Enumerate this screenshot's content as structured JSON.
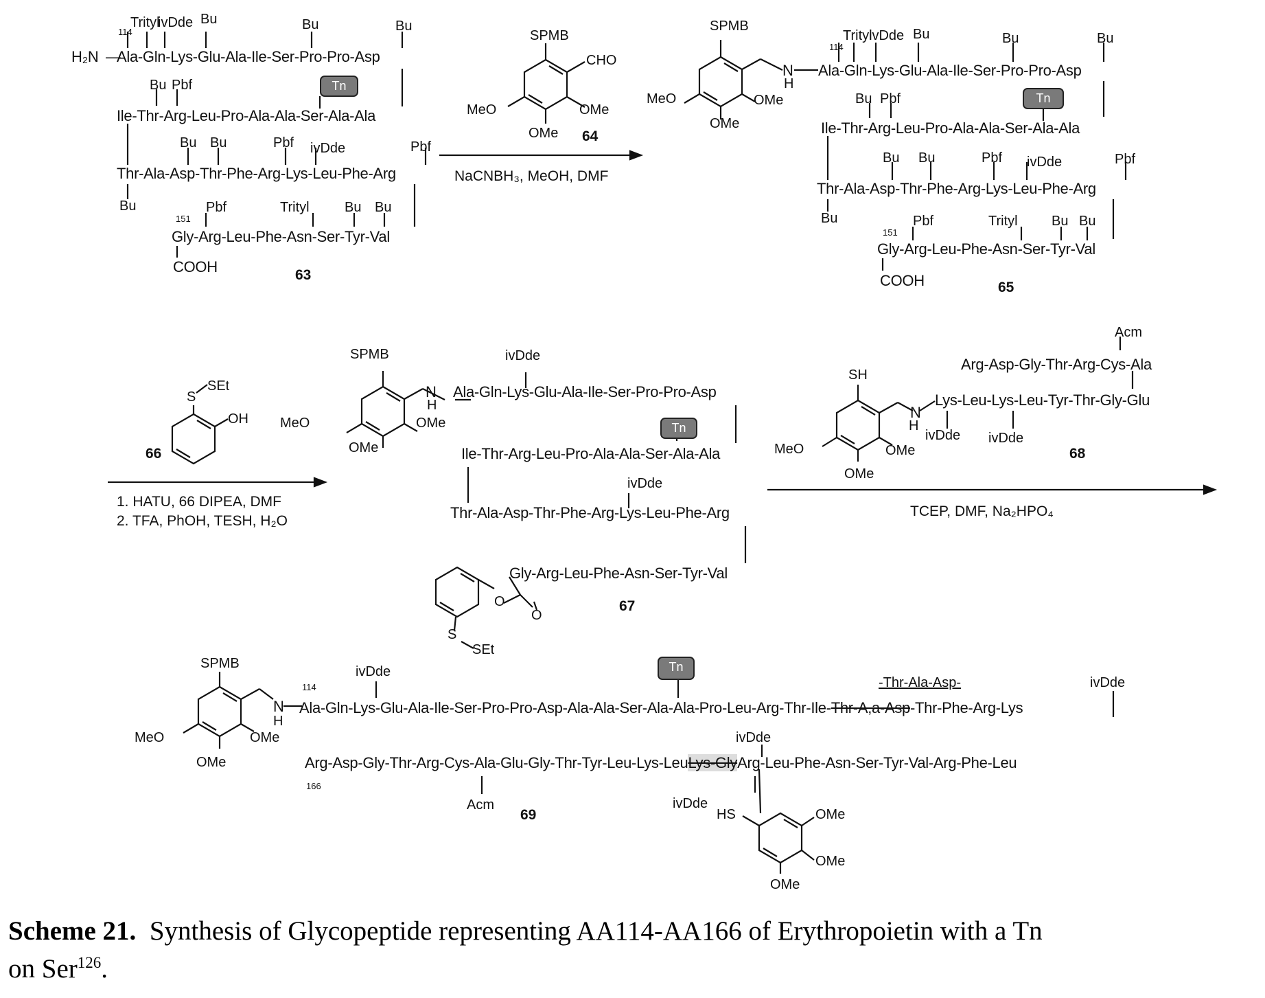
{
  "compounds": {
    "c63": {
      "number": "63",
      "amine": "H₂N",
      "start_index": "114",
      "end_index": "151",
      "row1": "Ala-Gln-Lys-Glu-Ala-Ile-Ser-Pro-Pro-Asp",
      "row2": "Ile-Thr-Arg-Leu-Pro-Ala-Ala-Ser-Ala-Ala",
      "row3": "Thr-Ala-Asp-Thr-Phe-Arg-Lys-Leu-Phe-Arg",
      "row4": "Gly-Arg-Leu-Phe-Asn-Ser-Tyr-Val",
      "cooh": "COOH",
      "pg": {
        "trityl": "Trityl",
        "ivdde": "ivDde",
        "bu": "Bu",
        "pbf": "Pbf"
      }
    },
    "c64": {
      "number": "64",
      "spmb": "SPMB",
      "cho": "CHO",
      "meo": "MeO",
      "ome": "OMe"
    },
    "c65": {
      "number": "65",
      "spmb": "SPMB",
      "nh": "N",
      "h": "H",
      "row1": "Ala-Gln-Lys-Glu-Ala-Ile-Ser-Pro-Pro-Asp",
      "row2": "Ile-Thr-Arg-Leu-Pro-Ala-Ala-Ser-Ala-Ala",
      "row3": "Thr-Ala-Asp-Thr-Phe-Arg-Lys-Leu-Phe-Arg",
      "row4": "Gly-Arg-Leu-Phe-Asn-Ser-Tyr-Val",
      "cooh": "COOH"
    },
    "c66": {
      "number": "66",
      "set": "SEt",
      "s": "S",
      "oh": "OH"
    },
    "c67": {
      "number": "67",
      "row1": "Ala-Gln-Lys-Glu-Ala-Ile-Ser-Pro-Pro-Asp",
      "row2": "Ile-Thr-Arg-Leu-Pro-Ala-Ala-Ser-Ala-Ala",
      "row3": "Thr-Ala-Asp-Thr-Phe-Arg-Lys-Leu-Phe-Arg",
      "row4": "Gly-Arg-Leu-Phe-Asn-Ser-Tyr-Val",
      "o": "O"
    },
    "c68": {
      "number": "68",
      "sh": "SH",
      "acm": "Acm",
      "row1": "Arg-Asp-Gly-Thr-Arg-Cys-Ala",
      "row2": "Lys-Leu-Lys-Leu-Tyr-Thr-Gly-Glu"
    },
    "c69": {
      "number": "69",
      "start_index": "114",
      "end_index": "166",
      "row1": "Ala-Gln-Lys-Glu-Ala-Ile-Ser-Pro-Pro-Asp-Ala-Ala-Ser-Ala-Ala-Pro-Leu-Arg-Thr-Ile-",
      "row1_struck": "Thr-A,a-Asp",
      "row1_end": "-Thr-Phe-Arg-Lys",
      "correction": "-Thr-Ala-Asp-",
      "row2a": "Arg-Asp-Gly-Thr-Arg-Cys-Ala-Glu-Gly-Thr-Tyr-Leu-Lys-Leu",
      "row2b": "Lys-Gly",
      "row2c": "Arg-Leu-Phe-Asn-Ser-Tyr-Val-Arg-Phe-Leu",
      "hs": "HS",
      "acm": "Acm"
    }
  },
  "tn_label": "Tn",
  "common": {
    "meo": "MeO",
    "ome": "OMe",
    "spmb": "SPMB",
    "ivdde": "ivDde"
  },
  "conditions": {
    "step1": "NaCNBH₃, MeOH, DMF",
    "step2_line1": "1. HATU, 66 DIPEA, DMF",
    "step2_line2": "2. TFA, PhOH, TESH, H₂O",
    "step3": "TCEP, DMF, Na₂HPO₄"
  },
  "caption": {
    "label": "Scheme 21.",
    "text": "Synthesis of Glycopeptide representing AA114-AA166 of Erythropoietin with a Tn",
    "line2": "on Ser",
    "sup": "126",
    "end": "."
  }
}
